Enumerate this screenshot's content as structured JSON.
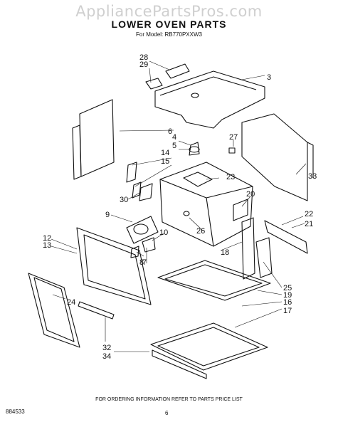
{
  "watermark": "AppliancePartsPros.com",
  "title": "LOWER OVEN PARTS",
  "model": "For Model: RB770PXXW3",
  "footer": "FOR ORDERING INFORMATION REFER TO PARTS PRICE LIST",
  "doc_code": "884533",
  "page_number": "6",
  "callouts": [
    "28",
    "29",
    "3",
    "6",
    "4",
    "5",
    "14",
    "15",
    "27",
    "23",
    "30",
    "20",
    "33",
    "22",
    "21",
    "9",
    "10",
    "26",
    "12",
    "13",
    "8",
    "7",
    "18",
    "25",
    "19",
    "16",
    "17",
    "24",
    "32",
    "34"
  ]
}
